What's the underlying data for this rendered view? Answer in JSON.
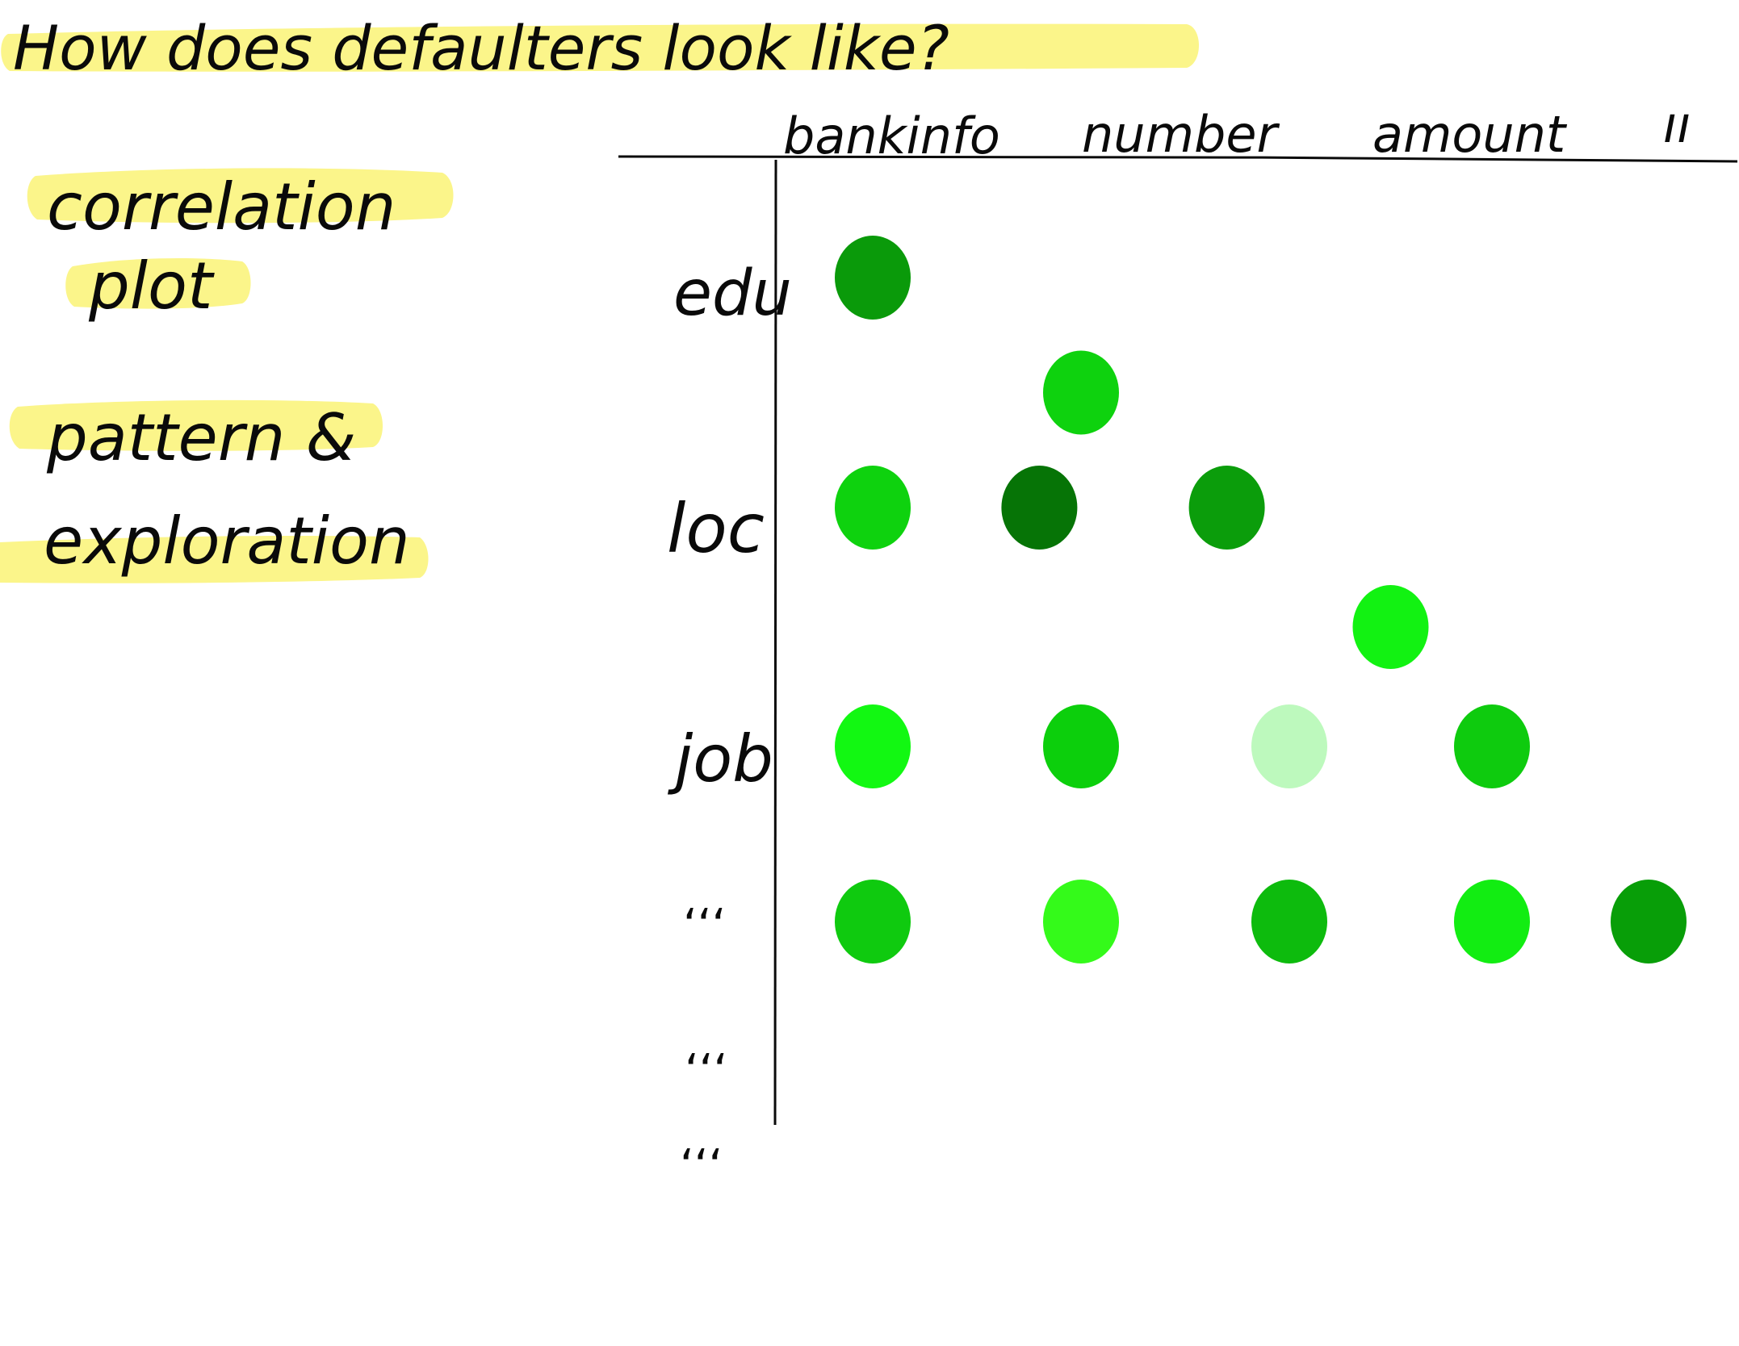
{
  "title": "How does defaulters look like?",
  "notes": {
    "line1": "correlation",
    "line2": "plot",
    "line3": "pattern &",
    "line4": "exploration"
  },
  "columns": [
    "bankinfo",
    "number",
    "amount",
    "ıı"
  ],
  "rows": [
    "edu",
    "loc",
    "job",
    "‘‘‘",
    "‘‘‘",
    "‘‘‘"
  ],
  "colors": {
    "highlight": "#fbf58a",
    "ink": "#0a0a0a"
  },
  "dots": [
    {
      "row": 0,
      "col": 0,
      "color": "#0a9a0a"
    },
    {
      "row": 0.5,
      "col": 1,
      "color": "#0ed20e"
    },
    {
      "row": 1,
      "col": 0,
      "color": "#0ed20e"
    },
    {
      "row": 1,
      "col": 0.8,
      "color": "#067406"
    },
    {
      "row": 1,
      "col": 1.7,
      "color": "#0b9d0b"
    },
    {
      "row": 1.5,
      "col": 2.5,
      "color": "#12f212"
    },
    {
      "row": 2,
      "col": 0,
      "color": "#12f812"
    },
    {
      "row": 2,
      "col": 1,
      "color": "#0ccf0c"
    },
    {
      "row": 2,
      "col": 2,
      "color": "#bdf9bd"
    },
    {
      "row": 2,
      "col": 3,
      "color": "#0ecb0e"
    },
    {
      "row": 3,
      "col": 0,
      "color": "#0fca0f"
    },
    {
      "row": 3,
      "col": 1,
      "color": "#34fa1a"
    },
    {
      "row": 3,
      "col": 2,
      "color": "#0dbb0d"
    },
    {
      "row": 3,
      "col": 3,
      "color": "#12ed12"
    },
    {
      "row": 3,
      "col": 4,
      "color": "#089e08"
    }
  ]
}
